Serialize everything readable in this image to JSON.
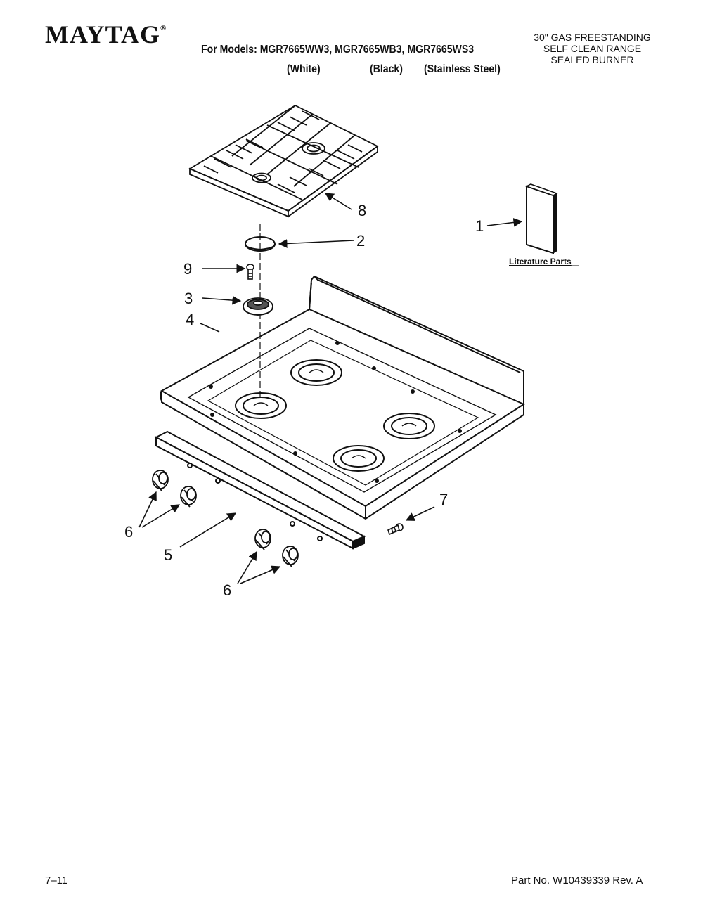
{
  "header": {
    "brand": "MAYTAG",
    "brand_mark": "®",
    "models_line": "For Models: MGR7665WW3, MGR7665WB3, MGR7665WS3",
    "variants": [
      "(White)",
      "(Black)",
      "(Stainless Steel)"
    ],
    "product_lines": [
      "30\" GAS FREESTANDING",
      "SELF CLEAN RANGE",
      "SEALED BURNER"
    ]
  },
  "callouts": {
    "c1": "1",
    "c2": "2",
    "c3": "3",
    "c4": "4",
    "c5": "5",
    "c6a": "6",
    "c6b": "6",
    "c7": "7",
    "c8": "8",
    "c9": "9"
  },
  "literature_label": "Literature Parts",
  "footer": {
    "page": "7–11",
    "part_no": "Part No. W10439339 Rev. A"
  }
}
